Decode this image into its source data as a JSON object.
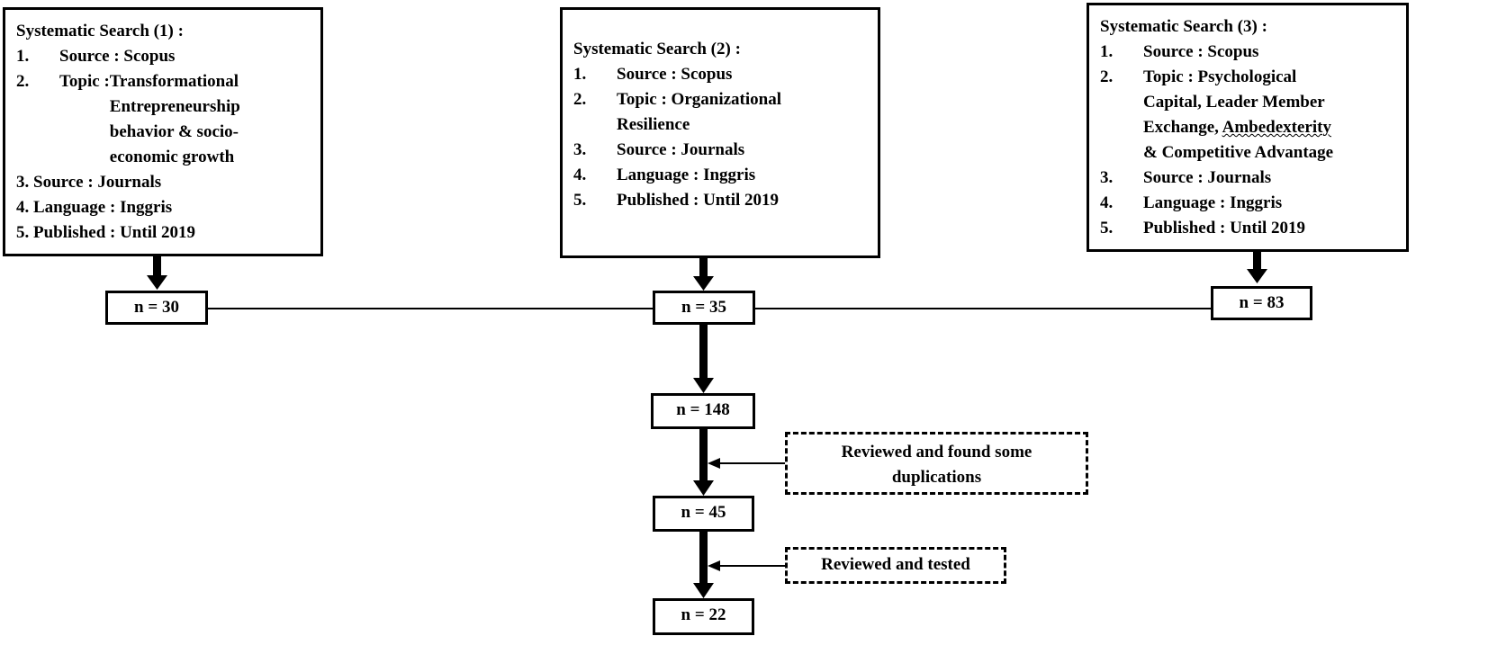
{
  "search1": {
    "title": "Systematic Search (1) :",
    "item1_num": "1.",
    "item1_text": "Source : Scopus",
    "item2_num": "2.",
    "item2_key": "Topic : ",
    "item2_line1": "Transformational",
    "item2_line2": "Entrepreneurship",
    "item2_line3": "behavior & socio-",
    "item2_line4": "economic growth",
    "item3": "3. Source : Journals",
    "item4": "4. Language : Inggris",
    "item5": "5. Published : Until 2019"
  },
  "search2": {
    "title": "Systematic Search (2) :",
    "item1_num": "1.",
    "item1_text": "Source : Scopus",
    "item2_num": "2.",
    "item2_text": "Topic : Organizational",
    "item2_cont": "Resilience",
    "item3_num": "3.",
    "item3_text": "Source : Journals",
    "item4_num": "4.",
    "item4_text": "Language : Inggris",
    "item5_num": "5.",
    "item5_text": "Published : Until 2019"
  },
  "search3": {
    "title": "Systematic Search (3) :",
    "item1_num": "1.",
    "item1_text": "Source : Scopus",
    "item2_num": "2.",
    "item2_text": "Topic : Psychological",
    "item2_line2": "Capital, Leader Member",
    "item2_line3a": "Exchange, ",
    "item2_line3b": "Ambedexterity",
    "item2_line4": "& Competitive Advantage",
    "item3_num": "3.",
    "item3_text": "Source : Journals",
    "item4_num": "4.",
    "item4_text": "Language : Inggris",
    "item5_num": "5.",
    "item5_text": "Published : Until 2019"
  },
  "counts": {
    "n1": "n = 30",
    "n2": "n = 35",
    "n3": "n = 83",
    "combined": "n = 148",
    "after_dedup": "n = 45",
    "final": "n = 22"
  },
  "notes": {
    "dedup_line1": "Reviewed and found some",
    "dedup_line2": "duplications",
    "tested": "Reviewed and tested"
  }
}
